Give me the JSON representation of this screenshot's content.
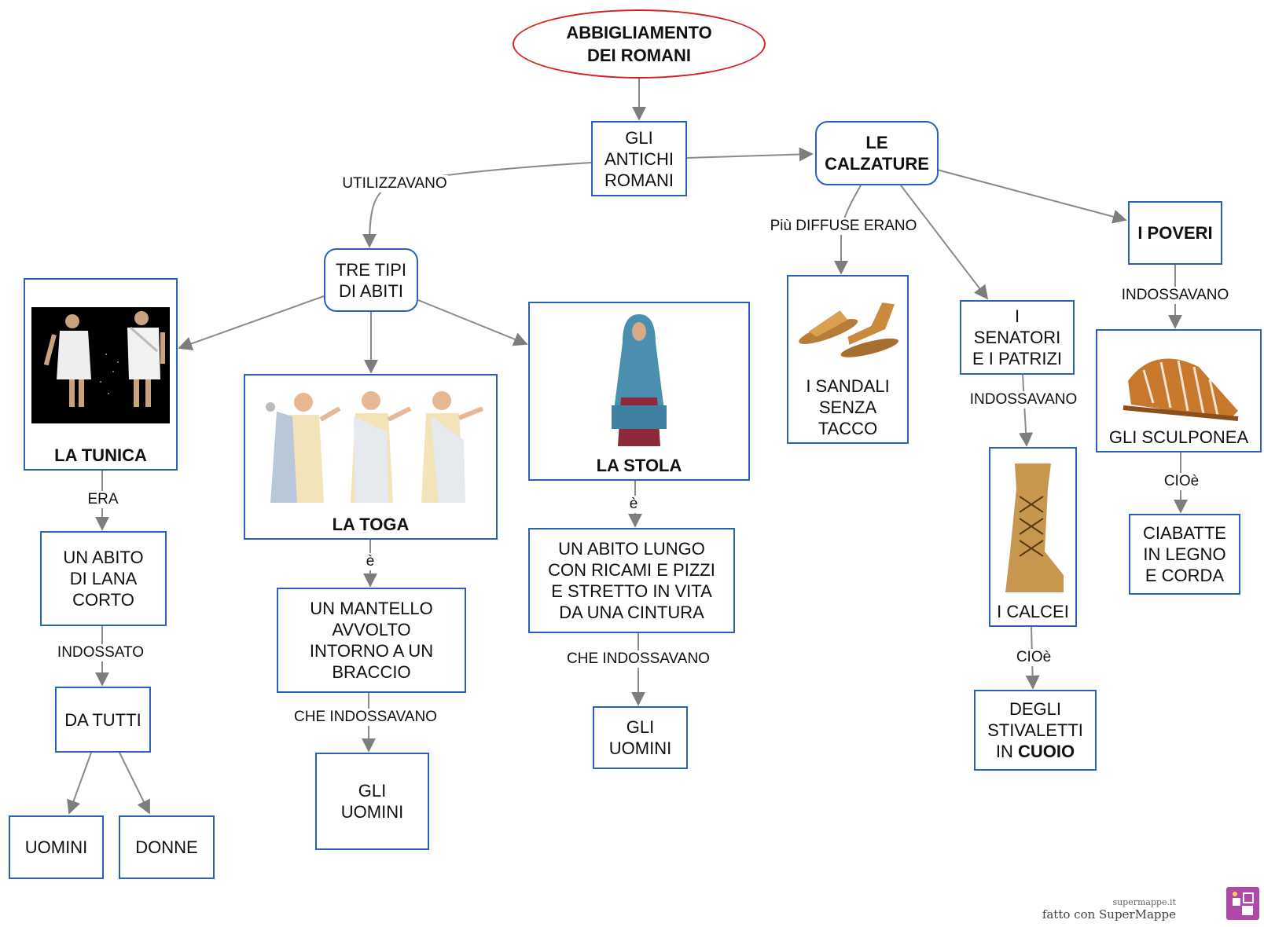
{
  "title": "ABBIGLIAMENTO\nDEI ROMANI",
  "nodes": {
    "antichi_romani": "GLI\nANTICHI\nROMANI",
    "calzature": "LE\nCALZATURE",
    "tre_tipi": "TRE TIPI\nDI ABITI",
    "tunica": "LA TUNICA",
    "toga": "LA TOGA",
    "stola": "LA STOLA",
    "abito_lana": "UN ABITO\nDI LANA\nCORTO",
    "da_tutti": "DA TUTTI",
    "uomini_1": "UOMINI",
    "donne": "DONNE",
    "mantello": "UN MANTELLO\nAVVOLTO\nINTORNO A UN\nBRACCIO",
    "gli_uomini_toga": "GLI\nUOMINI",
    "abito_lungo": "UN ABITO LUNGO\nCON RICAMI E PIZZI\nE STRETTO IN VITA\nDA UNA CINTURA",
    "gli_uomini_stola": "GLI\nUOMINI",
    "sandali": "I SANDALI\nSENZA\nTACCO",
    "senatori": "I\nSENATORI\nE I PATRIZI",
    "calcei": "I CALCEI",
    "stivaletti_prefix": "DEGLI\nSTIVALETTI\nIN ",
    "stivaletti_bold": "CUOIO",
    "poveri": "I POVERI",
    "sculponea": "GLI SCULPONEA",
    "ciabatte": "CIABATTE\nIN LEGNO\nE CORDA"
  },
  "labels": {
    "utilizzavano": "UTILIZZAVANO",
    "era": "ERA",
    "indossato": "INDOSSATO",
    "e_toga": "è",
    "che_indossavano_toga": "CHE INDOSSAVANO",
    "e_stola": "è",
    "che_indossavano_stola": "CHE INDOSSAVANO",
    "piu_diffuse": "Più DIFFUSE ERANO",
    "indossavano_senatori": "INDOSSAVANO",
    "cioe_calcei": "CIOè",
    "indossavano_poveri": "INDOSSAVANO",
    "cioe_sculponea": "CIOè"
  },
  "footer": {
    "site": "supermappe.it",
    "made_with": "fatto con SuperMappe"
  },
  "colors": {
    "node_border": "#2a62b8",
    "title_border": "#d42020",
    "edge": "#888888",
    "logo": "#b04aa8"
  }
}
